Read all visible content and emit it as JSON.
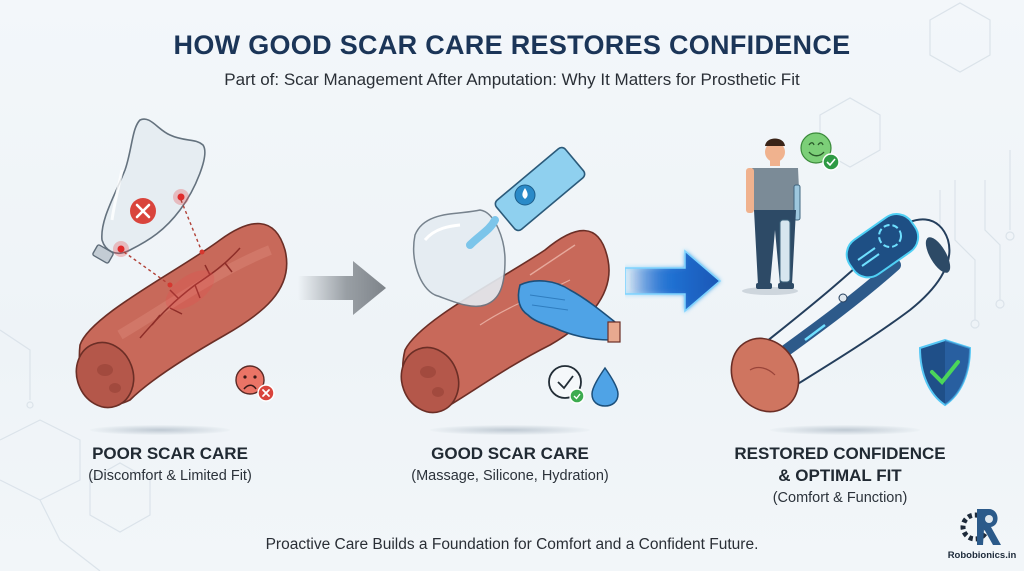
{
  "header": {
    "title": "HOW GOOD SCAR CARE RESTORES CONFIDENCE",
    "subtitle": "Part of: Scar Management After Amputation: Why It Matters for Prosthetic Fit"
  },
  "panels": [
    {
      "id": "poor",
      "title": "POOR SCAR CARE",
      "subtitle": "(Discomfort & Limited Fit)",
      "icons": [
        "ill-fitting-socket-icon",
        "x-mark-icon",
        "pressure-point-icon",
        "scarred-limb-icon",
        "sad-face-icon"
      ]
    },
    {
      "id": "good",
      "title": "GOOD SCAR CARE",
      "subtitle": "(Massage, Silicone, Hydration)",
      "icons": [
        "silicone-sheet-icon",
        "ointment-tube-icon",
        "gloved-hand-icon",
        "clock-check-icon",
        "water-drop-icon"
      ]
    },
    {
      "id": "restored",
      "title_line1": "RESTORED CONFIDENCE",
      "title_line2": "& OPTIMAL FIT",
      "subtitle": "(Comfort & Function)",
      "icons": [
        "person-with-prosthetics-icon",
        "happy-face-check-icon",
        "prosthetic-socket-icon",
        "shield-check-icon"
      ]
    }
  ],
  "arrows": [
    {
      "name": "gray-arrow-icon",
      "color": "#8a9096"
    },
    {
      "name": "blue-glow-arrow-icon",
      "color": "#1f6fd1"
    }
  ],
  "footer": {
    "tagline": "Proactive Care Builds a Foundation for Comfort and a Confident Future."
  },
  "brand": {
    "logo_text": "Robobionics.in",
    "colors": {
      "navy": "#1b3558",
      "skin": "#c8695a",
      "skin_dark": "#a34a3e",
      "danger": "#e03a3a",
      "glove": "#4fa3e6",
      "success": "#3cab4f",
      "accent_blue": "#1f6fd1"
    }
  }
}
